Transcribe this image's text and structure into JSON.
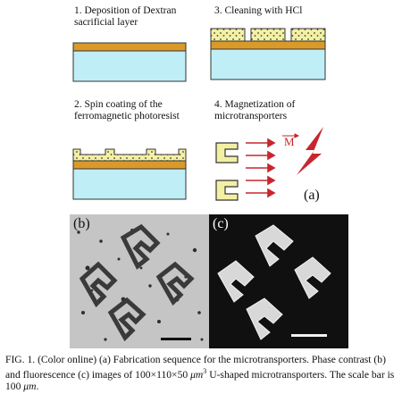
{
  "steps": {
    "s1": "1. Deposition of Dextran\nsacrificial layer",
    "s2": "2. Spin coating of the\nferromagnetic photoresist",
    "s3": "3. Cleaning with HCl",
    "s4": "4. Magnetization of\nmicrotransporters"
  },
  "labels": {
    "magnetization": "M",
    "panel_a": "(a)",
    "panel_b": "(b)",
    "panel_c": "(c)"
  },
  "colors": {
    "substrate": "#bfeef7",
    "dextran": "#d99a2a",
    "photoresist": "#f4f0a3",
    "particles": "#3a3a3a",
    "arrows": "#c8262f"
  },
  "caption": {
    "prefix": "FIG. 1. (Color online) (a) Fabrication sequence for the microtransporters. Phase contrast (b) and fluorescence (c) images of 100×110×50 ",
    "unit_mu": "μm",
    "unit_exp": "3",
    "suffix": " U-shaped microtransporters. The scale bar is 100 ",
    "scale_unit": "μm",
    "end": "."
  }
}
